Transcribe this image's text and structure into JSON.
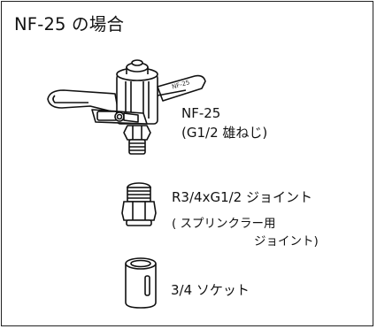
{
  "title": "NF-25 の場合",
  "parts": [
    {
      "name": "NF-25",
      "detail": "(G1/2 雄ねじ)",
      "icon": "sprinkler-icon",
      "badge": "NF-25"
    },
    {
      "name": "R3/4xG1/2 ジョイント",
      "detail_line1": "( スプリンクラー用",
      "detail_line2": "ジョイント)",
      "icon": "joint-icon"
    },
    {
      "name": "3/4 ソケット",
      "icon": "socket-icon"
    }
  ]
}
